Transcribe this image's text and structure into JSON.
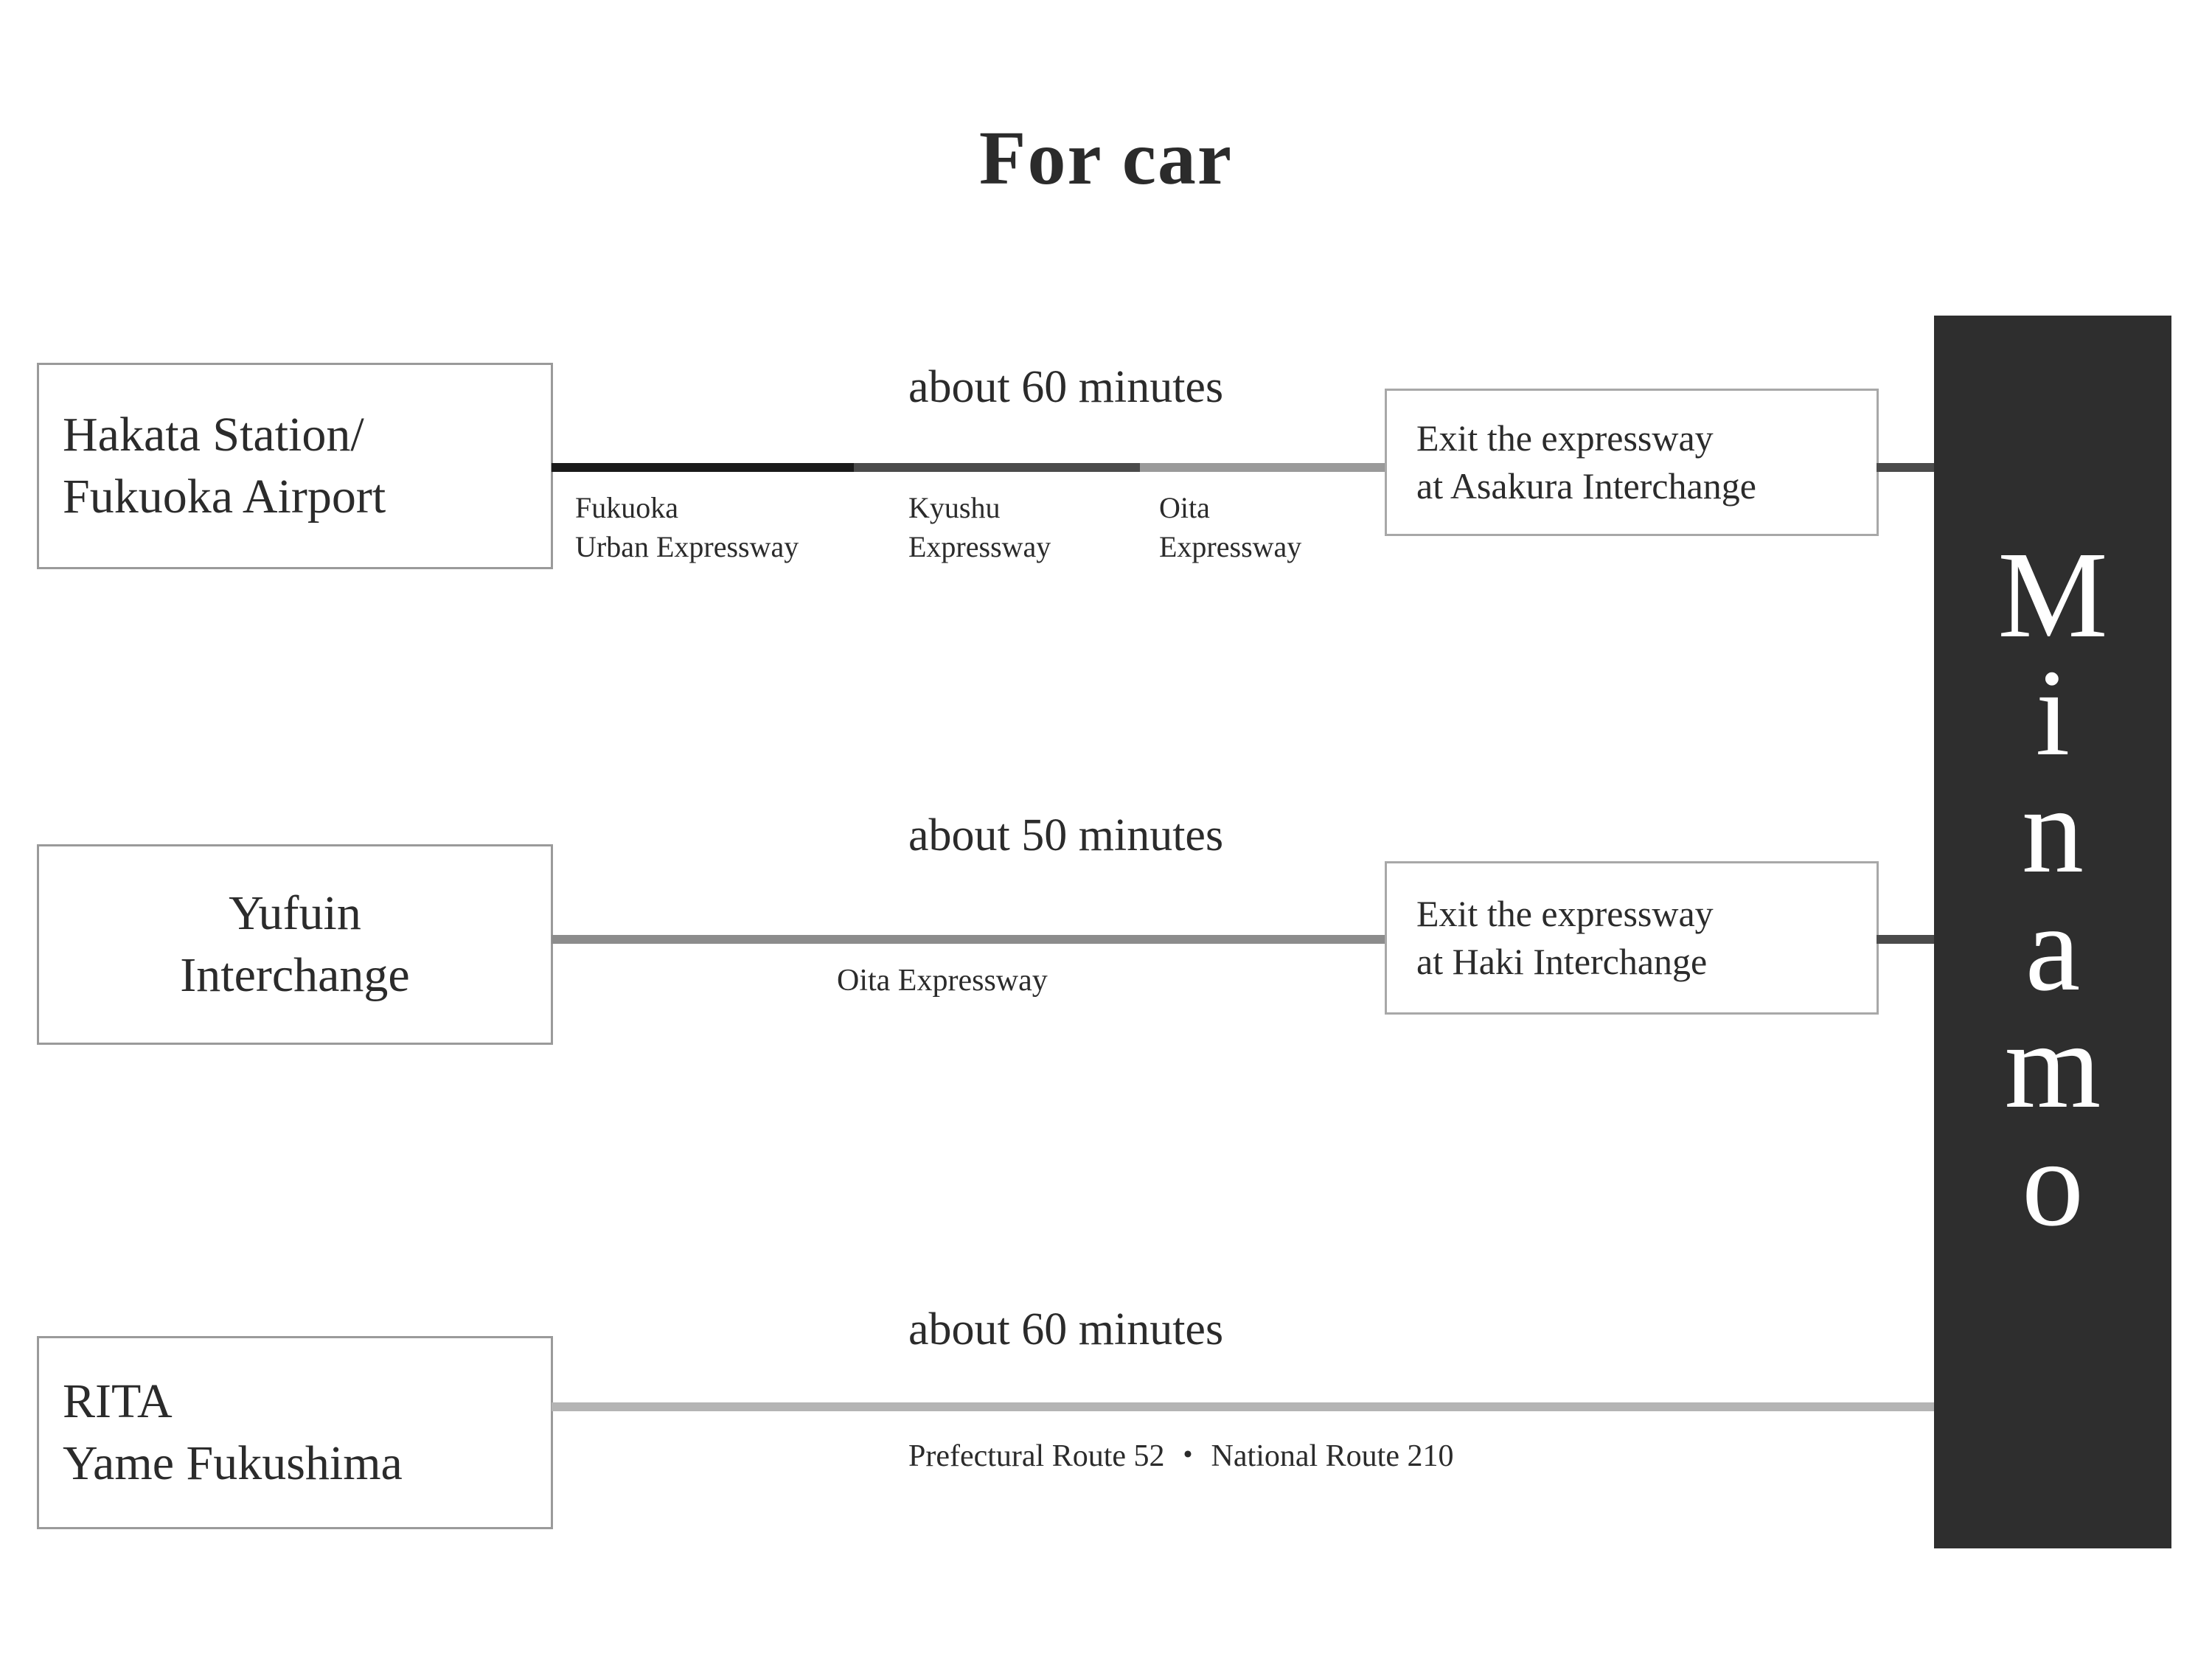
{
  "page": {
    "title": "For car",
    "background_color": "#ffffff",
    "text_color": "#2b2b2b"
  },
  "destination": {
    "name": "Minamo",
    "letters": [
      "M",
      "i",
      "n",
      "a",
      "m",
      "o"
    ],
    "panel_color": "#2e2e2e",
    "text_color": "#ffffff"
  },
  "routes": [
    {
      "origin": {
        "lines": [
          "Hakata Station/",
          "Fukuoka Airport"
        ],
        "align": "lefty"
      },
      "duration": "about 60 minutes",
      "segments": [
        {
          "caption_lines": [
            "Fukuoka",
            "Urban Expressway"
          ],
          "color": "#1a1a1a",
          "width_pct": 36
        },
        {
          "caption_lines": [
            "Kyushu",
            "Expressway"
          ],
          "color": "#4b4b4b",
          "width_pct": 34
        },
        {
          "caption_lines": [
            "Oita",
            "Expressway"
          ],
          "color": "#9a9a9a",
          "width_pct": 30
        }
      ],
      "exit_note": {
        "lines": [
          "Exit the expressway",
          "at Asakura Interchange"
        ]
      }
    },
    {
      "origin": {
        "lines": [
          "Yufuin",
          "Interchange"
        ],
        "align": "centered"
      },
      "duration": "about 50 minutes",
      "segments": [
        {
          "caption_lines": [
            "Oita Expressway"
          ],
          "color": "#8c8c8c",
          "width_pct": 100
        }
      ],
      "single_caption": "Oita Expressway",
      "exit_note": {
        "lines": [
          "Exit the expressway",
          "at Haki Interchange"
        ]
      }
    },
    {
      "origin": {
        "lines": [
          "RITA",
          "Yame Fukushima"
        ],
        "align": "lefty"
      },
      "duration": "about 60 minutes",
      "segments": [
        {
          "caption_lines": [
            "Prefectural Route 52 ・ National Route 210"
          ],
          "color": "#b4b4b4",
          "width_pct": 100
        }
      ],
      "single_caption": "Prefectural Route 52 ・ National Route 210",
      "exit_note": null
    }
  ]
}
